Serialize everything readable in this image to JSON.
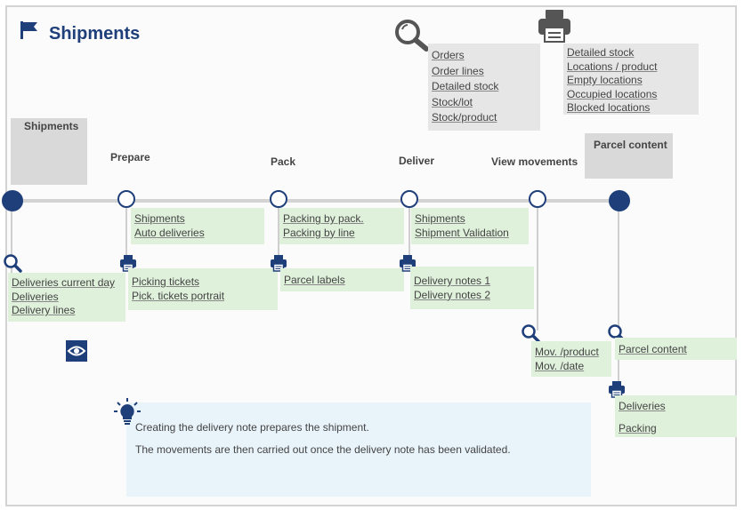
{
  "title": "Shipments",
  "colors": {
    "accent": "#1e3f7a",
    "green_box": "#dff0db",
    "grey_box": "#e6e6e6",
    "note_box": "#e8f3fa"
  },
  "top_search": {
    "icon": "search-icon",
    "links": [
      "Orders",
      "Order lines",
      "Detailed stock",
      "Stock/lot",
      "Stock/product"
    ]
  },
  "top_print": {
    "icon": "printer-icon",
    "links": [
      "Detailed stock",
      "Locations / product",
      "Empty locations",
      "Occupied locations",
      "Blocked locations"
    ]
  },
  "steps": {
    "shipments": "Shipments",
    "prepare": "Prepare",
    "pack": "Pack",
    "deliver": "Deliver",
    "view_movements": "View movements",
    "parcel_content": "Parcel content"
  },
  "prepare_links": [
    "Shipments",
    "Auto deliveries"
  ],
  "pack_links": [
    "Packing by pack.",
    "Packing by line"
  ],
  "deliver_links": [
    "Shipments",
    "Shipment Validation"
  ],
  "shipments_search_links": [
    "Deliveries current day",
    "Deliveries",
    "Delivery lines"
  ],
  "prepare_print_links": [
    "Picking tickets",
    "Pick. tickets portrait"
  ],
  "pack_print_links": [
    "Parcel labels"
  ],
  "deliver_print_links": [
    "Delivery notes 1",
    "Delivery notes 2"
  ],
  "movements_search_links": [
    "Mov. /product",
    "Mov. /date"
  ],
  "parcel_search_links": [
    "Parcel content"
  ],
  "parcel_print_links": [
    "Deliveries",
    "Packing"
  ],
  "note": {
    "line1": "Creating the delivery note prepares the shipment.",
    "line2": "The movements are then carried out once the delivery note has been validated."
  }
}
